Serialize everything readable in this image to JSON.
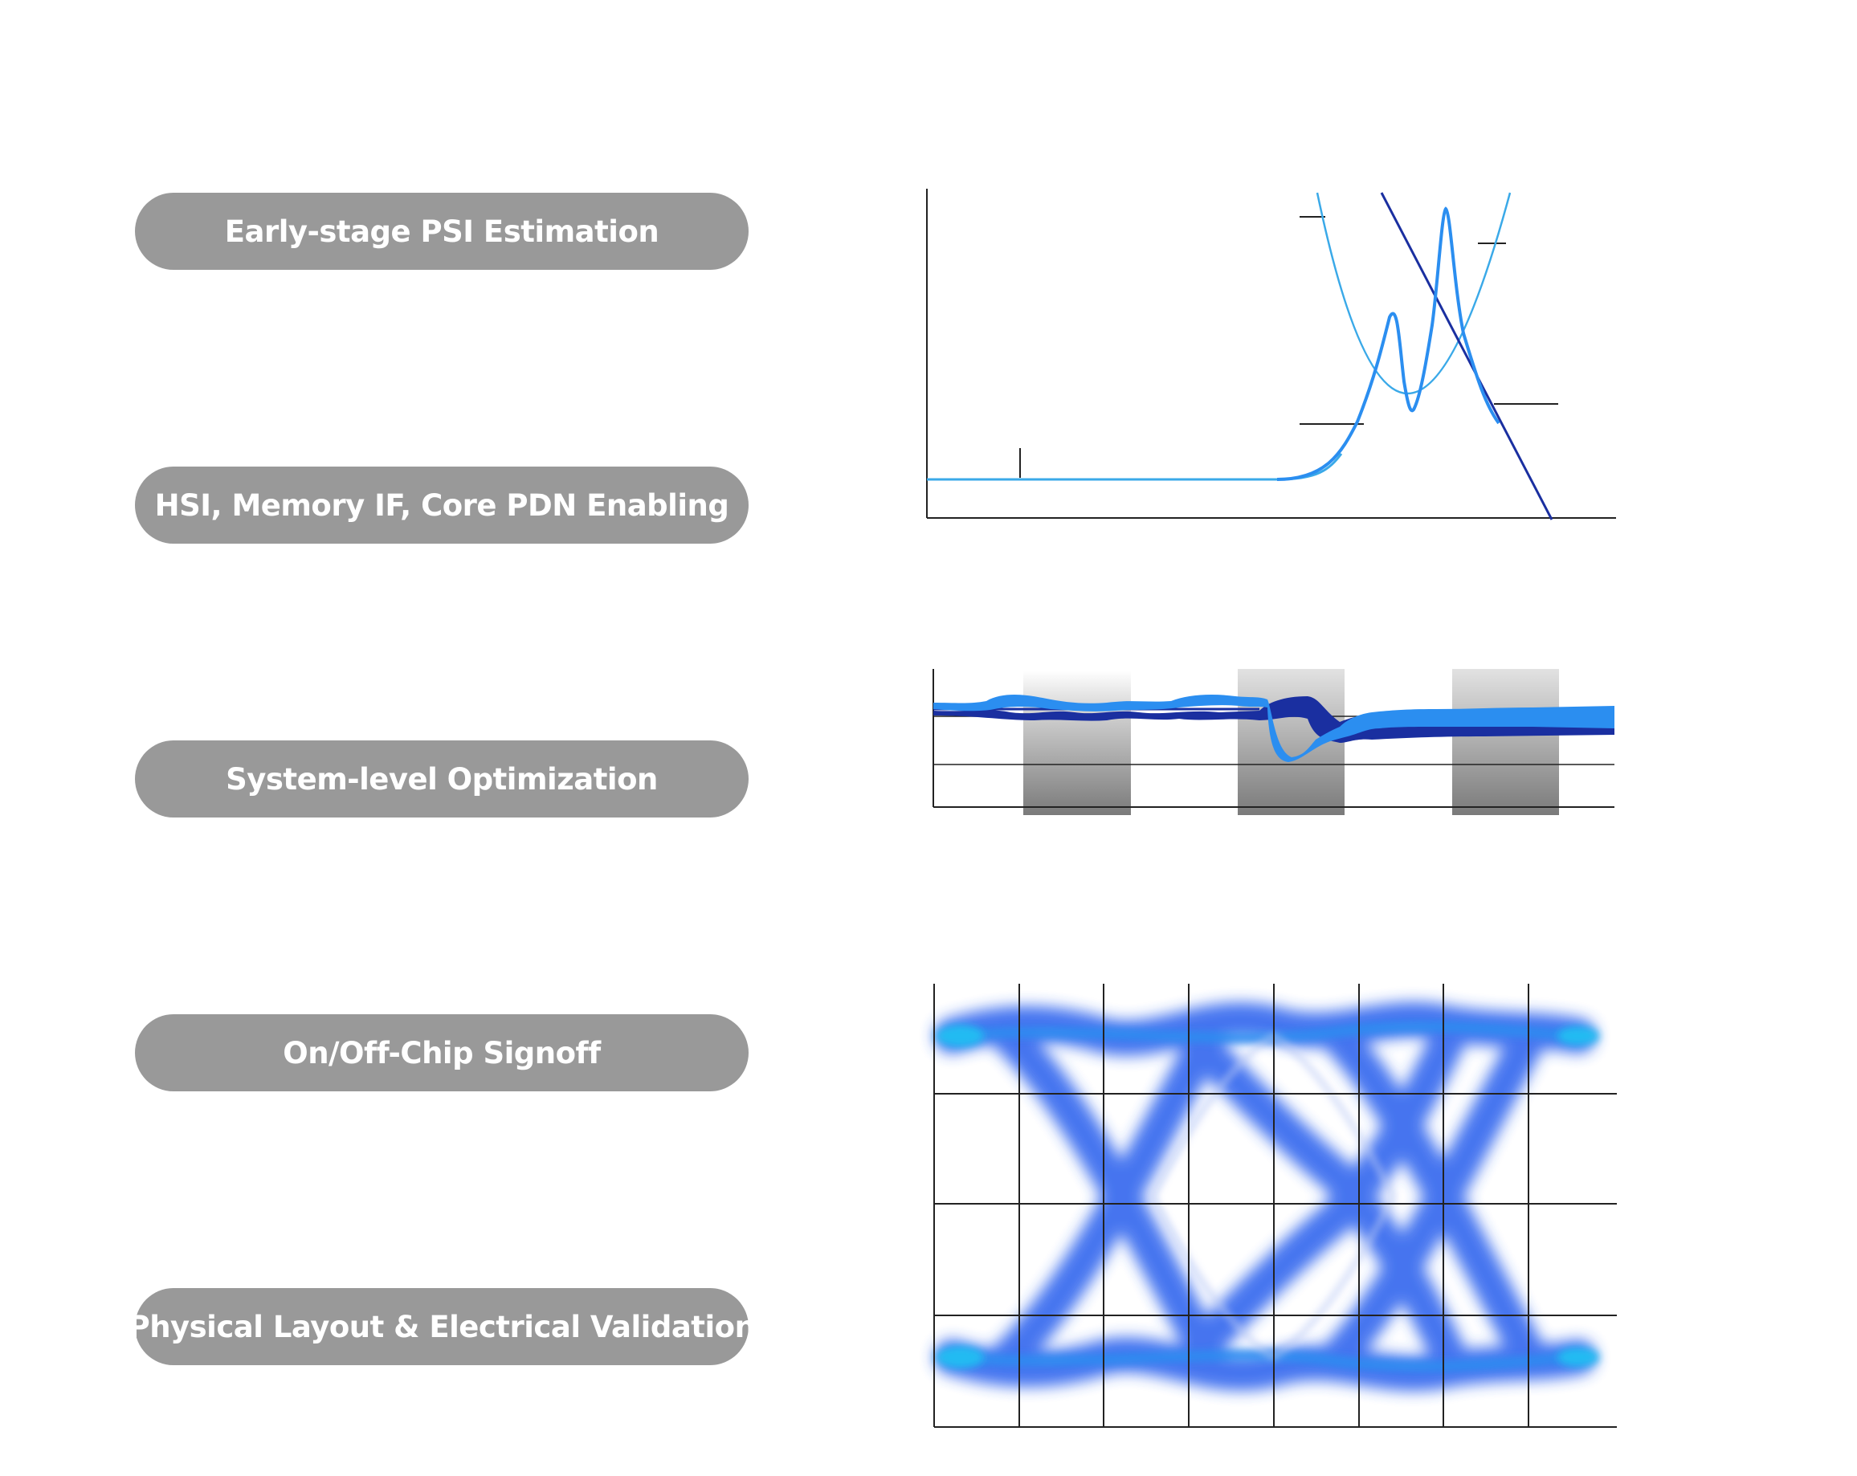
{
  "steps": [
    {
      "label": "Early-stage PSI Estimation"
    },
    {
      "label": "HSI, Memory IF, Core PDN Enabling"
    },
    {
      "label": "System-level Optimization"
    },
    {
      "label": "On/Off-Chip Signoff"
    },
    {
      "label": "Physical Layout & Electrical Validation"
    }
  ],
  "icons": {
    "chart1": "impedance-profile-chart-icon",
    "chart2": "power-noise-waveform-chart-icon",
    "chart3": "eye-diagram-chart-icon"
  },
  "colors": {
    "pill_bg": "#999999",
    "pill_text": "#ffffff",
    "axis": "#222222",
    "blue_light": "#3aa9e8",
    "blue_mid": "#2b8ef0",
    "blue_dark": "#1a2fa0",
    "eye_blue": "#3366ee",
    "eye_cyan": "#22bbf2"
  }
}
